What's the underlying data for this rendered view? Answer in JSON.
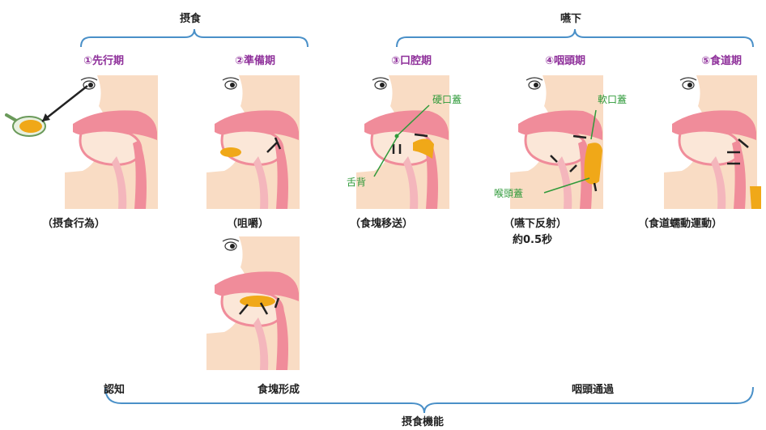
{
  "top_groups": {
    "left": "摂食",
    "right": "嚥下"
  },
  "bottom_group": "摂食機能",
  "bottom_ranges": {
    "left": "認知",
    "middle": "食塊形成",
    "right": "咽頭通過"
  },
  "stages": [
    {
      "number": "①",
      "name": "先行期",
      "caption": "（摂食行為）"
    },
    {
      "number": "②",
      "name": "準備期",
      "caption": "（咀嚼）"
    },
    {
      "number": "③",
      "name": "口腔期",
      "caption": "（食塊移送）"
    },
    {
      "number": "④",
      "name": "咽頭期",
      "caption": "（嚥下反射）",
      "caption2": "約0.5秒"
    },
    {
      "number": "⑤",
      "name": "食道期",
      "caption": "（食道蠕動運動）"
    }
  ],
  "annotations": {
    "hard_palate": "硬口蓋",
    "tongue_back": "舌背",
    "soft_palate": "軟口蓋",
    "epiglottis": "喉頭蓋"
  },
  "colors": {
    "brace": "#4a90c8",
    "stage_title": "#8e2f9a",
    "annotation": "#2f9a3a",
    "skin": "#f9dcc4",
    "tissue": "#f08c9a",
    "bolus": "#f0a818"
  }
}
